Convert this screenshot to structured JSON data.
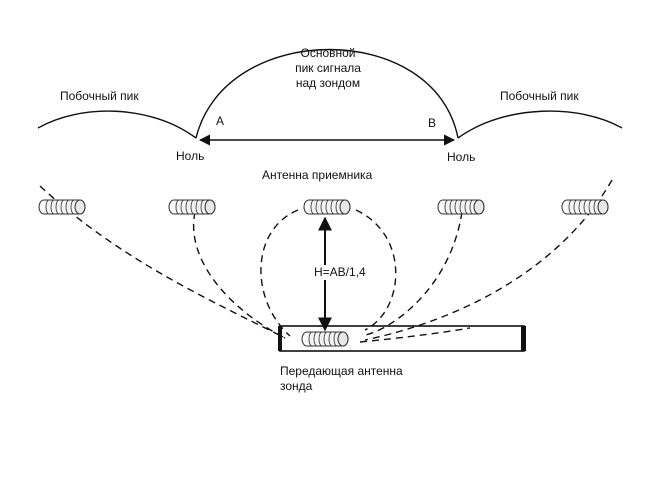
{
  "labels": {
    "main_peak": [
      "Основной",
      "пик сигнала",
      "над зондом"
    ],
    "side_peak_left": "Побочный пик",
    "side_peak_right": "Побочный пик",
    "point_a": "A",
    "point_b": "B",
    "null_left": "Ноль",
    "null_right": "Ноль",
    "receiver_antenna": "Антенна приемника",
    "height_formula": "H=AB/1,4",
    "transmitter_antenna": [
      "Передающая антенна",
      "зонда"
    ]
  },
  "colors": {
    "ink": "#111111"
  },
  "icons": {
    "coil": "antenna-coil-icon",
    "arrow": "double-arrow-icon"
  }
}
